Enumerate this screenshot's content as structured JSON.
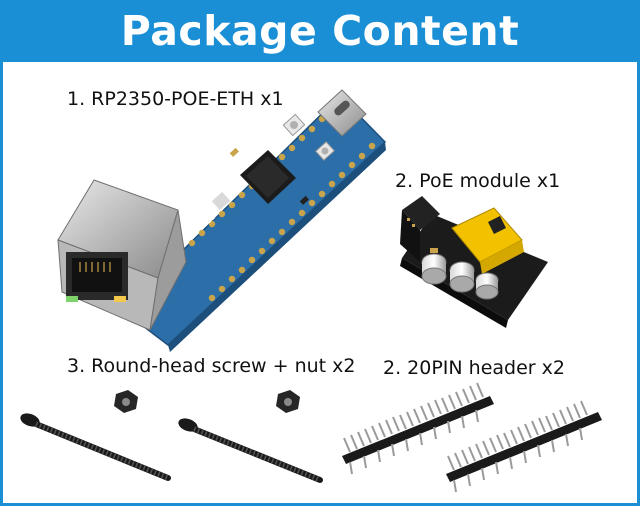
{
  "header": {
    "title": "Package Content"
  },
  "items": [
    {
      "label": "1. RP2350-POE-ETH x1"
    },
    {
      "label": "2. PoE module x1"
    },
    {
      "label": "3. Round-head screw + nut x2"
    },
    {
      "label": "2. 20PIN header x2"
    }
  ],
  "colors": {
    "accent": "#1a8fd6",
    "pcb": "#2c6fa8",
    "gold": "#c9a44a"
  }
}
